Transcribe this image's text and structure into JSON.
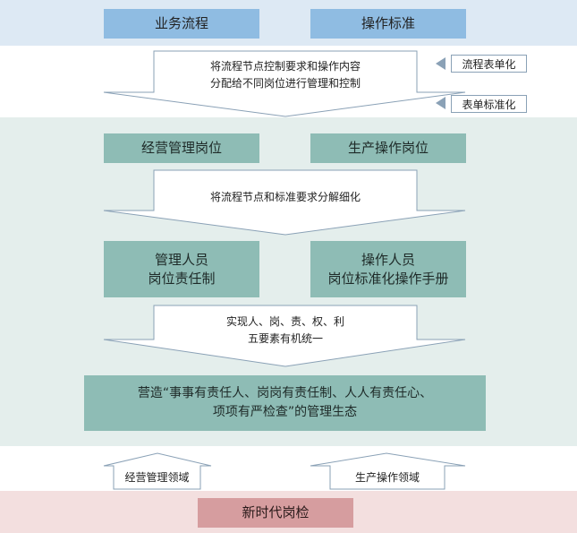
{
  "top": {
    "left_box": "业务流程",
    "right_box": "操作标准"
  },
  "arrow1": {
    "text": "将流程节点控制要求和操作内容\n分配给不同岗位进行管理和控制"
  },
  "side_labels": {
    "label1": "流程表单化",
    "label2": "表单标准化"
  },
  "middle": {
    "post_left": "经营管理岗位",
    "post_right": "生产操作岗位",
    "arrow2_text": "将流程节点和标准要求分解细化",
    "role_left": "管理人员\n岗位责任制",
    "role_right": "操作人员\n岗位标准化操作手册",
    "arrow3_text": "实现人、岗、责、权、利\n五要素有机统一",
    "wide_box": "营造“事事有责任人、岗岗有责任制、人人有责任心、\n项项有严检查”的管理生态"
  },
  "bottom": {
    "up_left": "经营管理领域",
    "up_right": "生产操作领域",
    "final_box": "新时代岗检"
  },
  "colors": {
    "blue_box": "#8fbce2",
    "teal_box": "#8ebcb5",
    "pink_box": "#d69d9f",
    "outline": "#8aa1b6"
  },
  "icons": {
    "side_arrow": "triangle-left-icon"
  }
}
